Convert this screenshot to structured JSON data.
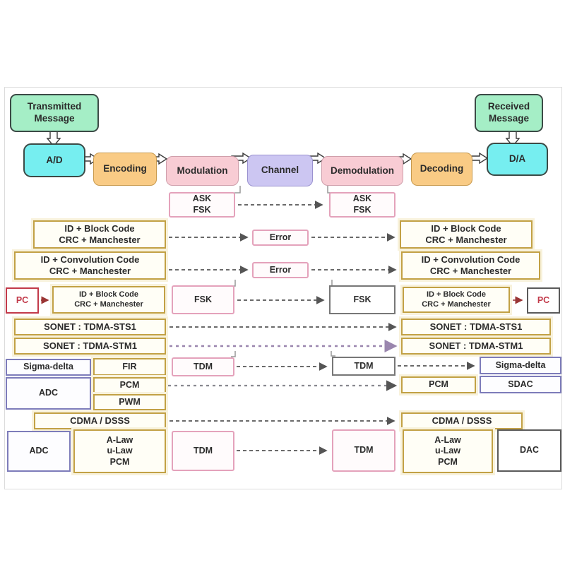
{
  "palette": {
    "mint_green": "#a5eec6",
    "cyan": "#76eef0",
    "orange": "#f9cb85",
    "pink": "#f8ccd4",
    "lavender": "#ccc6f2",
    "tan_border": "#c2a145",
    "pink_border": "#e4a2bb",
    "purple_border": "#7d7cba",
    "red_border": "#c23a4a",
    "gray_border": "#777777",
    "arrow_gray": "#555555",
    "arrow_purple": "#9a86ae",
    "arrow_red": "#9a3535",
    "text": "#2b2b2b"
  },
  "nodes": {
    "transmitted_message": "Transmitted\nMessage",
    "ad": "A/D",
    "encoding": "Encoding",
    "modulation": "Modulation",
    "channel": "Channel",
    "demodulation": "Demodulation",
    "decoding": "Decoding",
    "da": "D/A",
    "received_message": "Received\nMessage",
    "ask_fsk": "ASK\nFSK",
    "id_block": "ID + Block Code\nCRC + Manchester",
    "id_convolution": "ID + Convolution Code\nCRC + Manchester",
    "error": "Error",
    "pc": "PC",
    "fsk": "FSK",
    "sonet_sts1": "SONET : TDMA-STS1",
    "sonet_stm1": "SONET : TDMA-STM1",
    "sigma_delta": "Sigma-delta",
    "fir": "FIR",
    "adc": "ADC",
    "pcm": "PCM",
    "pwm": "PWM",
    "cdma_dsss": "CDMA / DSSS",
    "tdm": "TDM",
    "companding": "A-Law\nu-Law\nPCM",
    "sdac": "SDAC",
    "dac": "DAC"
  }
}
